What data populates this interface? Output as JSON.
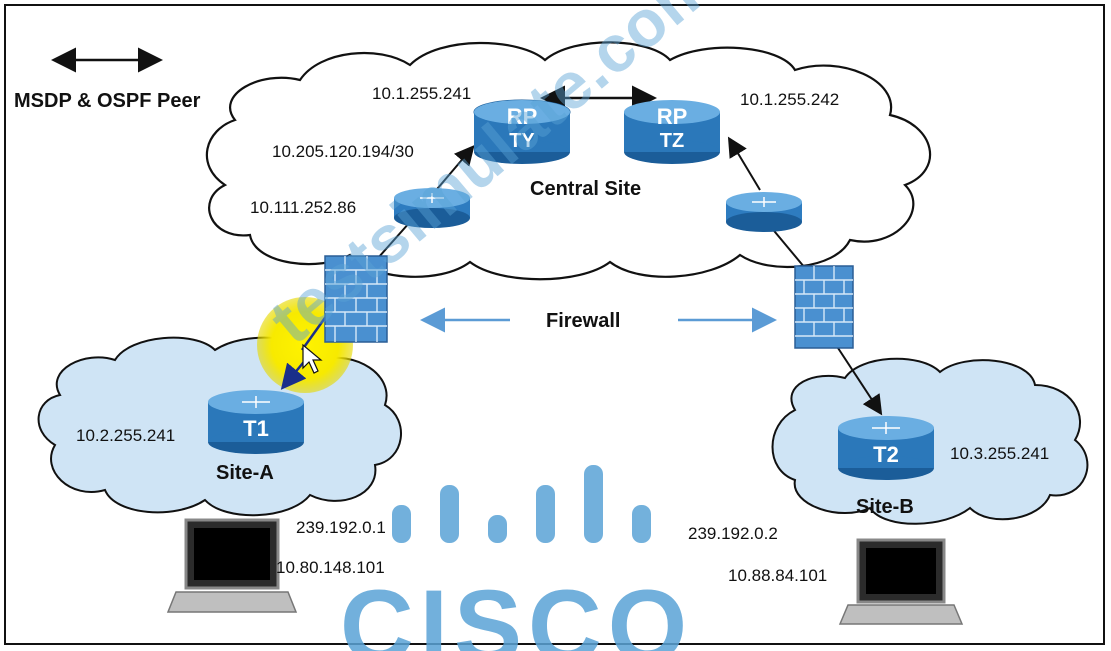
{
  "legend": {
    "label": "MSDP & OSPF Peer"
  },
  "central": {
    "site_label": "Central Site",
    "rp_ty": {
      "top": "RP",
      "bottom": "TY"
    },
    "rp_tz": {
      "top": "RP",
      "bottom": "TZ"
    },
    "ips": {
      "ty": "10.1.255.241",
      "tz": "10.1.255.242",
      "link": "10.205.120.194/30",
      "left_router": "10.111.252.86"
    }
  },
  "firewall_label": "Firewall",
  "site_a": {
    "label": "Site-A",
    "router": "T1",
    "router_ip": "10.2.255.241",
    "group": "239.192.0.1",
    "host_ip": "10.80.148.101"
  },
  "site_b": {
    "label": "Site-B",
    "router": "T2",
    "router_ip": "10.3.255.241",
    "group": "239.192.0.2",
    "host_ip": "10.88.84.101"
  },
  "watermark": "testsimulate.com",
  "brand": "CISCO",
  "colors": {
    "cloud_fill": "#cfe4f5",
    "cloud_stroke": "#111111",
    "router": "#2e7cc0",
    "router_dark": "#1b5d99",
    "firewall": "#4a90d0",
    "arrow_blue": "#5b9bd5",
    "brand": "#5aa3d6",
    "highlight": "#ffee00"
  }
}
